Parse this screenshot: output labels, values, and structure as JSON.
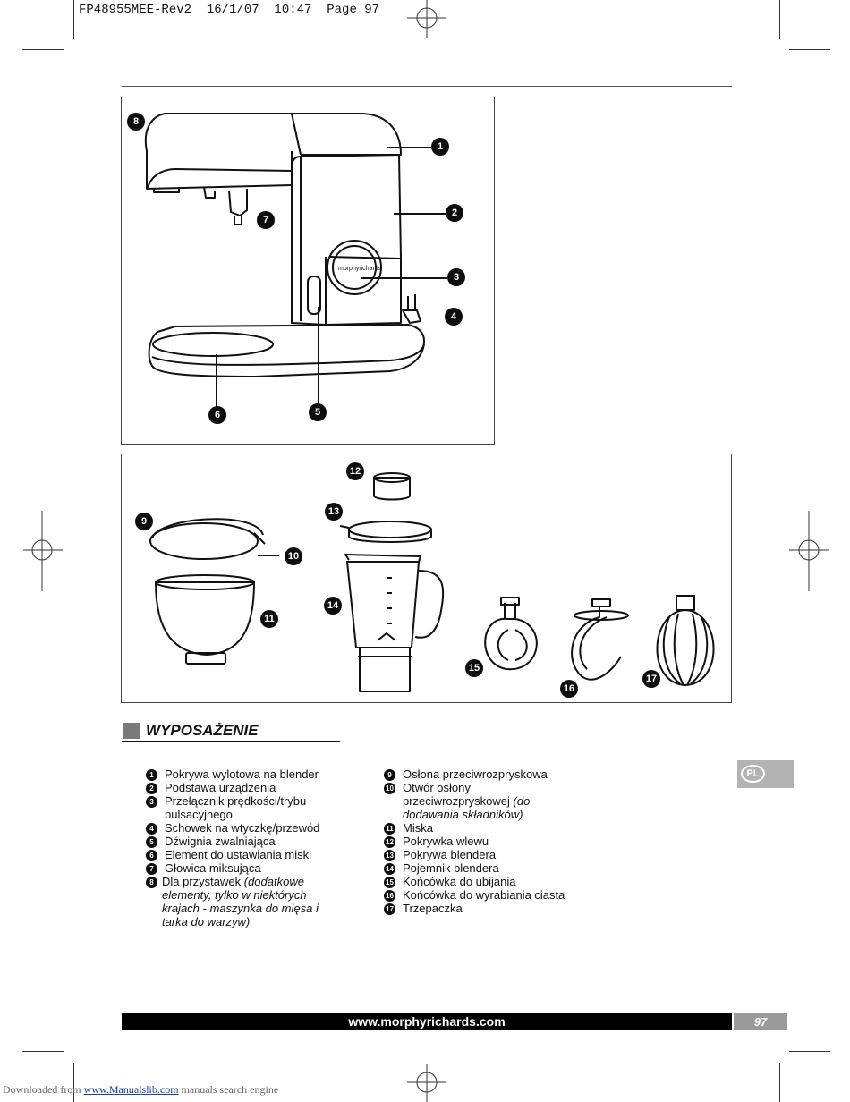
{
  "print_header": "FP48955MEE-Rev2  16/1/07  10:47  Page 97",
  "section_title": "WYPOSAŻENIE",
  "diagram_logo": "morphyrichards",
  "diagram1_labels": [
    "1",
    "2",
    "3",
    "4",
    "5",
    "6",
    "7",
    "8"
  ],
  "diagram2_labels": [
    "9",
    "10",
    "11",
    "12",
    "13",
    "14",
    "15",
    "16",
    "17"
  ],
  "list_left": [
    {
      "n": "1",
      "text": "Pokrywa wylotowa na blender",
      "italic": ""
    },
    {
      "n": "2",
      "text": "Podstawa urządzenia",
      "italic": ""
    },
    {
      "n": "3",
      "text": "Przełącznik prędkości/trybu pulsacyjnego",
      "italic": ""
    },
    {
      "n": "4",
      "text": "Schowek na wtyczkę/przewód",
      "italic": ""
    },
    {
      "n": "5",
      "text": "Dźwignia zwalniająca",
      "italic": ""
    },
    {
      "n": "6",
      "text": "Element do ustawiania miski",
      "italic": ""
    },
    {
      "n": "7",
      "text": "Głowica miksująca",
      "italic": ""
    },
    {
      "n": "8",
      "text": "Dla przystawek ",
      "italic": "(dodatkowe elementy, tylko w niektórych krajach - maszynka do mięsa i tarka do warzyw)"
    }
  ],
  "list_right": [
    {
      "n": "9",
      "text": "Osłona przeciwrozpryskowa",
      "italic": ""
    },
    {
      "n": "10",
      "text": "Otwór osłony przeciwrozpryskowej",
      "italic": "(do dodawania składników)"
    },
    {
      "n": "11",
      "text": "Miska",
      "italic": ""
    },
    {
      "n": "12",
      "text": "Pokrywka wlewu",
      "italic": ""
    },
    {
      "n": "13",
      "text": "Pokrywa blendera",
      "italic": ""
    },
    {
      "n": "14",
      "text": "Pojemnik blendera",
      "italic": ""
    },
    {
      "n": "15",
      "text": "Końcówka do ubijania",
      "italic": ""
    },
    {
      "n": "16",
      "text": "Końcówka do wyrabiania ciasta",
      "italic": ""
    },
    {
      "n": "17",
      "text": "Trzepaczka",
      "italic": ""
    }
  ],
  "language_badge": "PL",
  "footer_url": "www.morphyrichards.com",
  "page_number": "97",
  "downloaded": {
    "prefix": "Downloaded from ",
    "link": "www.Manualslib.com",
    "suffix": "  manuals search engine"
  }
}
